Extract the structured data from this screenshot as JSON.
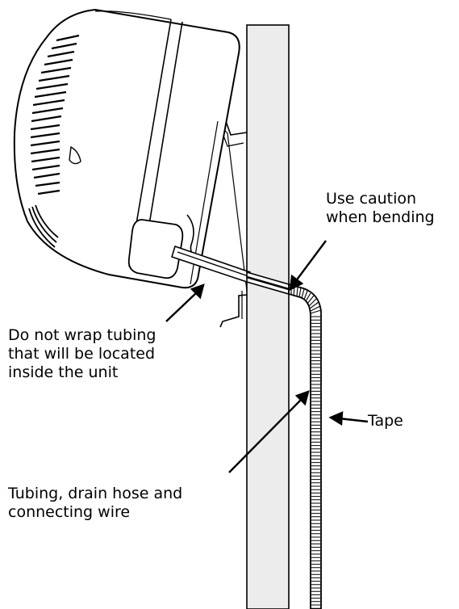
{
  "labels": {
    "caution": "Use caution\nwhen bending",
    "no_wrap": "Do not wrap tubing\nthat will be located\ninside the unit",
    "tape": "Tape",
    "tubing": "Tubing, drain hose and\nconnecting wire"
  }
}
